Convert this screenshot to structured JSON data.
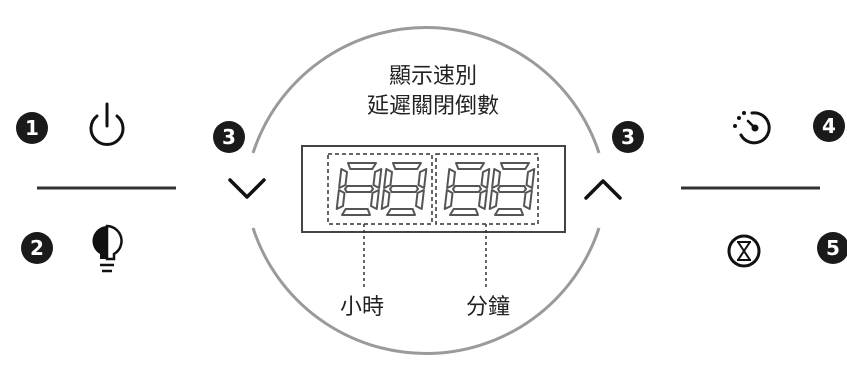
{
  "display": {
    "title_line1": "顯示速別",
    "title_line2": "延遲關閉倒數",
    "digits_hours": "88",
    "digits_minutes": "88",
    "label_hours": "小時",
    "label_minutes": "分鐘"
  },
  "markers": {
    "power": "1",
    "light": "2",
    "arrow_left": "3",
    "arrow_right": "3",
    "speed": "4",
    "timer": "5"
  },
  "icons": {
    "power": "power-icon",
    "light": "light-bulb-icon",
    "down": "chevron-down-icon",
    "up": "chevron-up-icon",
    "speed": "speed-dial-icon",
    "timer": "hourglass-icon"
  },
  "colors": {
    "outline": "#9a9a9a",
    "lines": "#333333",
    "segments": "#555555",
    "marker_fill": "#1a1a1a"
  }
}
